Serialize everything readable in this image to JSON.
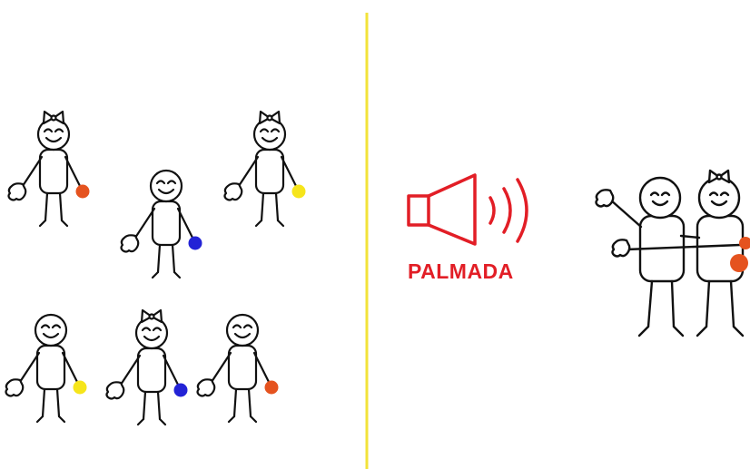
{
  "sound_cue": {
    "label": "PALMADA",
    "icon": "speaker-icon"
  },
  "colors": {
    "divider": "#f2e33a",
    "accent": "#e21e26",
    "ink": "#111111",
    "ball_red": "#e5531f",
    "ball_yellow": "#f6e51b",
    "ball_blue": "#2323d6"
  },
  "left_panel": {
    "figures": [
      {
        "ball": "red",
        "bow": true
      },
      {
        "ball": "blue",
        "bow": false
      },
      {
        "ball": "yellow",
        "bow": true
      },
      {
        "ball": "yellow",
        "bow": false
      },
      {
        "ball": "blue",
        "bow": true
      },
      {
        "ball": "red",
        "bow": false
      }
    ]
  },
  "right_panel": {
    "pair": [
      {
        "bow": false
      },
      {
        "bow": true,
        "ball": "red"
      }
    ]
  }
}
